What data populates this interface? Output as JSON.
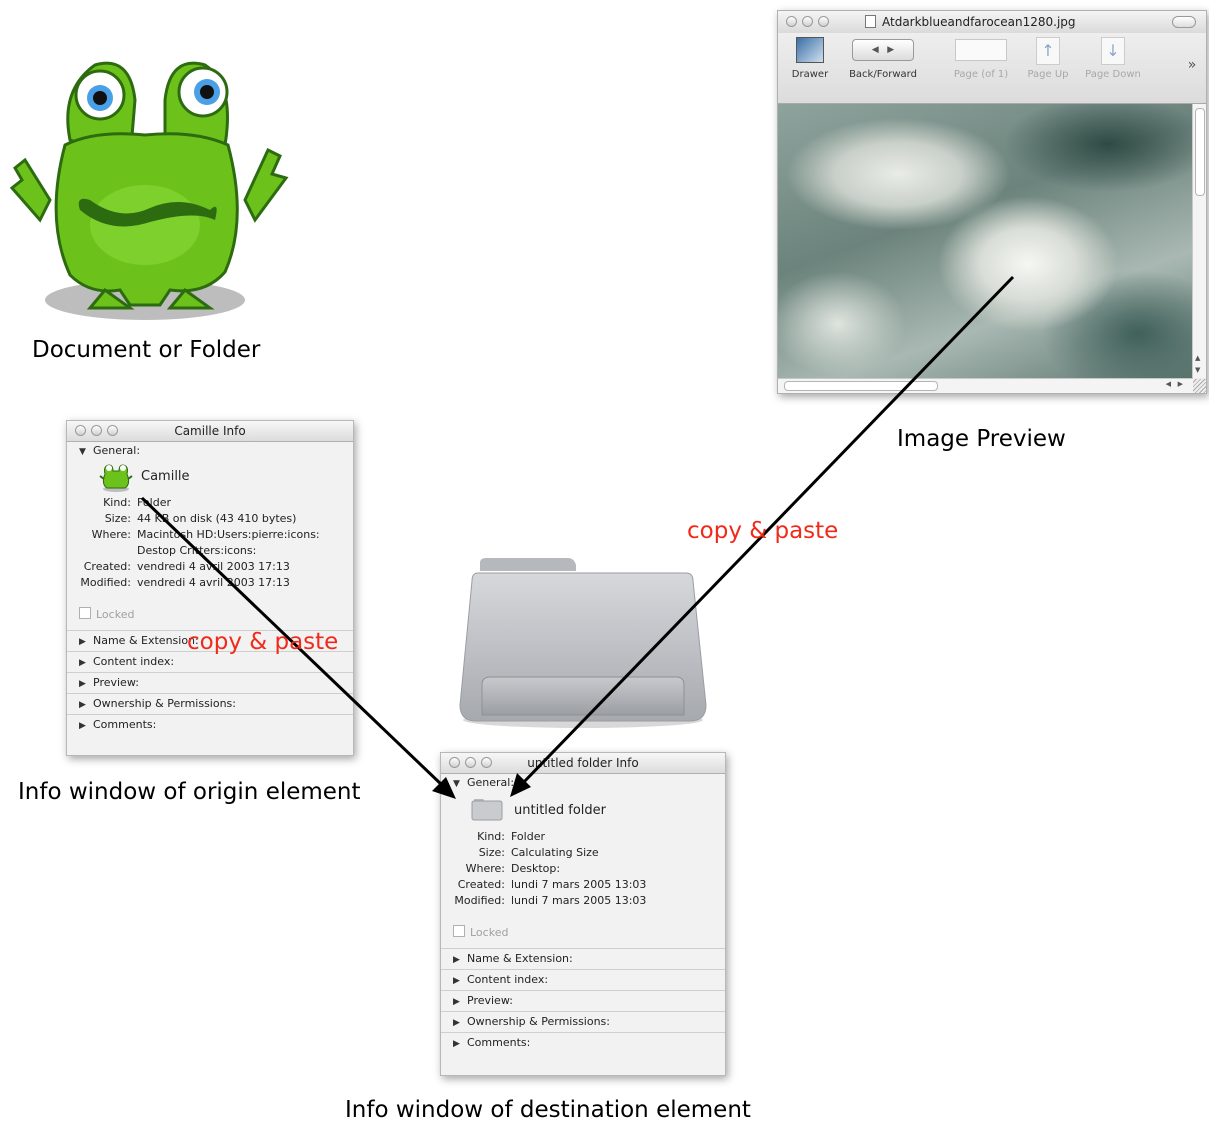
{
  "captions": {
    "document_or_folder": "Document or Folder",
    "image_preview": "Image Preview",
    "origin": "Info window of origin element",
    "destination": "Info window of destination element"
  },
  "annotations": {
    "copy_paste_1": "copy & paste",
    "copy_paste_2": "copy & paste"
  },
  "colors": {
    "annotation": "#f02a1a",
    "arrow": "#000000",
    "monster_green": "#6cc21a"
  },
  "origin_window": {
    "title": "Camille Info",
    "general_label": "General:",
    "name": "Camille",
    "kind_label": "Kind:",
    "kind": "Folder",
    "size_label": "Size:",
    "size": "44 KB on disk (43 410 bytes)",
    "where_label": "Where:",
    "where_1": "Macintosh HD:Users:pierre:icons:",
    "where_2": "Destop Critters:icons:",
    "created_label": "Created:",
    "created": "vendredi 4 avril 2003 17:13",
    "modified_label": "Modified:",
    "modified": "vendredi 4 avril 2003 17:13",
    "locked": "Locked",
    "sections": [
      "Name & Extension:",
      "Content index:",
      "Preview:",
      "Ownership & Permissions:",
      "Comments:"
    ]
  },
  "dest_window": {
    "title": "untitled folder Info",
    "general_label": "General:",
    "name": "untitled folder",
    "kind_label": "Kind:",
    "kind": "Folder",
    "size_label": "Size:",
    "size": "Calculating Size",
    "where_label": "Where:",
    "where": "Desktop:",
    "created_label": "Created:",
    "created": "lundi 7 mars 2005 13:03",
    "modified_label": "Modified:",
    "modified": "lundi 7 mars 2005 13:03",
    "locked": "Locked",
    "sections": [
      "Name & Extension:",
      "Content index:",
      "Preview:",
      "Ownership & Permissions:",
      "Comments:"
    ]
  },
  "preview_window": {
    "title": "Atdarkblueandfarocean1280.jpg",
    "toolbar": {
      "drawer": "Drawer",
      "back_forward": "Back/Forward",
      "page_of": "Page (of 1)",
      "page_up": "Page Up",
      "page_down": "Page Down",
      "overflow": "»"
    }
  }
}
